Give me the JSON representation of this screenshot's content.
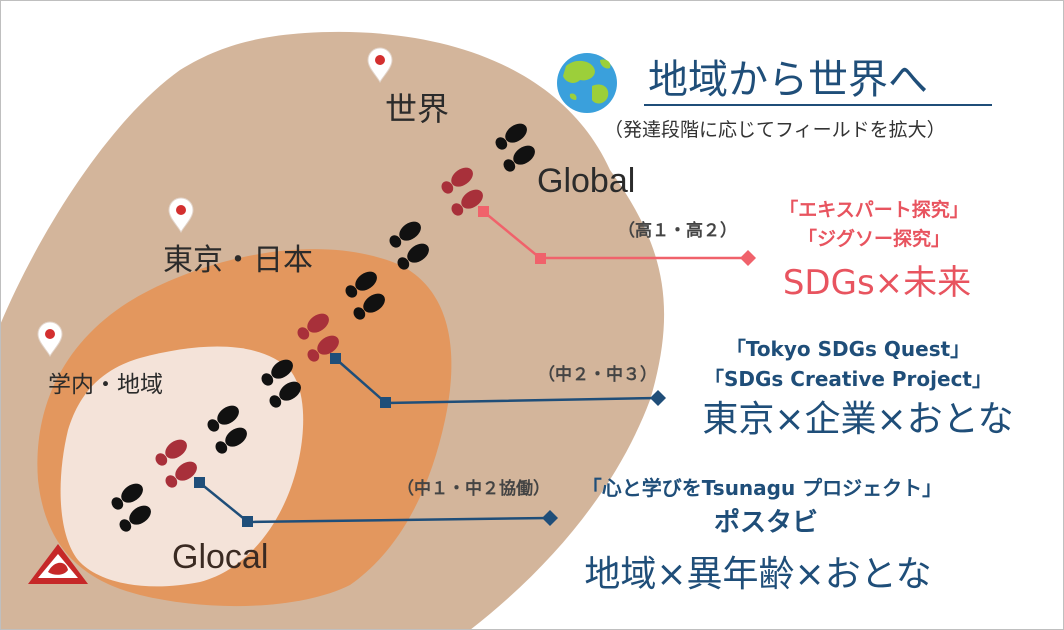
{
  "header": {
    "title": "地域から世界へ",
    "subtitle": "（発達段階に応じてフィールドを拡大）"
  },
  "regions": {
    "world_label": "世界",
    "global_label": "Global",
    "tokyo_label": "東京・日本",
    "campus_label": "学内・地域",
    "glocal_label": "Glocal"
  },
  "stages": {
    "high": {
      "grade": "（高１・高２）",
      "program_1": "「エキスパート探究」",
      "program_2": "「ジグソー探究」",
      "theme": "SDGs×未来",
      "color": "#e8545f"
    },
    "middle": {
      "grade": "（中２・中３）",
      "program_1": "「Tokyo SDGs Quest」",
      "program_2": "「SDGs Creative Project」",
      "theme": "東京×企業×おとな",
      "color": "#1f4e79"
    },
    "low": {
      "grade": "（中１・中２協働）",
      "program_1": "「心と学びをTsunagu プロジェクト」",
      "program_2": "ポスタビ",
      "theme": "地域×異年齢×おとな",
      "color": "#1f4e79"
    }
  },
  "colors": {
    "outer_region": "#d3b59b",
    "middle_region": "#e3975e",
    "inner_region": "#f4e3d9",
    "footprint_black": "#111111",
    "footprint_red": "#a8303a",
    "pin": "#d32f2f"
  },
  "icons": [
    "globe-icon",
    "map-pin-icon",
    "footprint-icon",
    "school-logo-icon"
  ]
}
